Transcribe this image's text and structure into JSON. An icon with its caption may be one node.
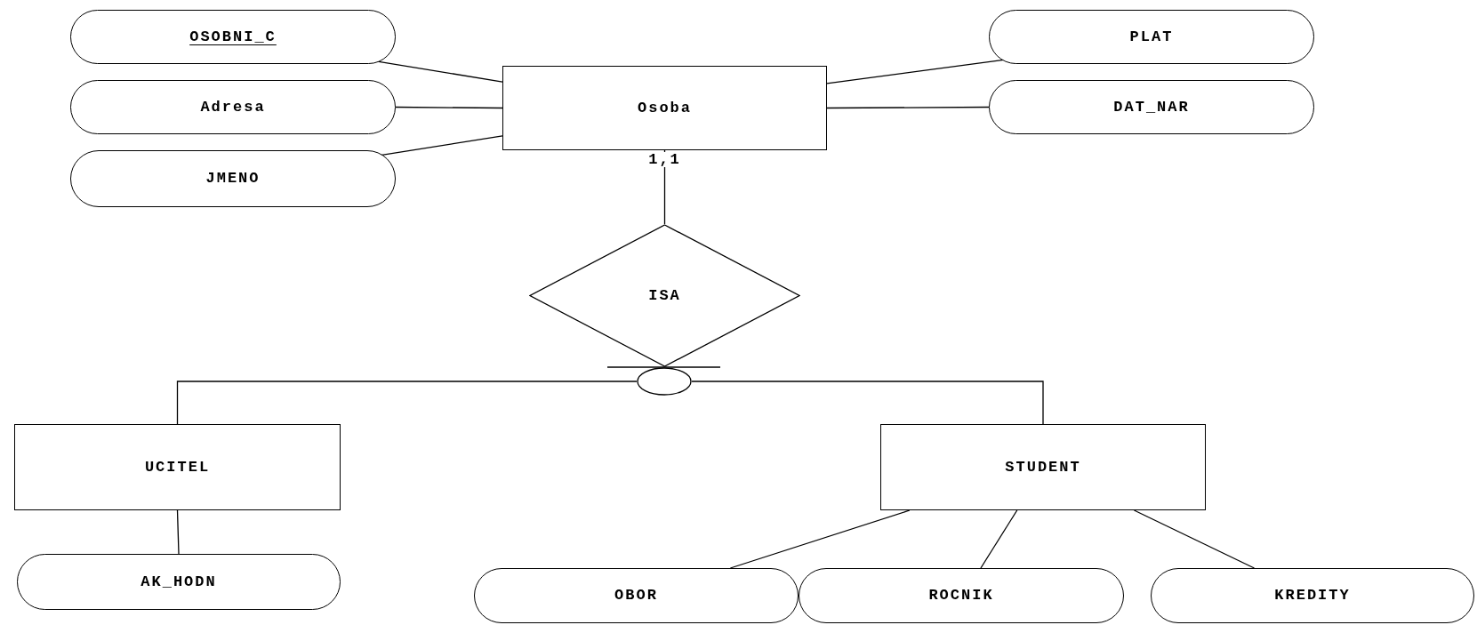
{
  "diagram": {
    "nodes": [
      {
        "text": [
          "OSOBNI_C"
        ]
      },
      {
        "text": [
          "Adresa"
        ]
      },
      {
        "text": [
          "JMENO"
        ]
      },
      {
        "text": [
          "Osoba"
        ]
      },
      {
        "text": [
          "PLAT"
        ]
      },
      {
        "text": [
          "DAT_NAR"
        ]
      },
      {
        "text": [
          "ISA"
        ]
      },
      {
        "text": [],
        "shape": "circle"
      },
      {
        "text": [
          "UCITEL"
        ]
      },
      {
        "text": [
          "STUDENT"
        ]
      },
      {
        "text": [
          "AK_HODN"
        ]
      },
      {
        "text": [
          "OBOR"
        ]
      },
      {
        "text": [
          "ROCNIK"
        ]
      },
      {
        "text": [
          "KREDITY"
        ]
      }
    ],
    "edges": [
      {
        "from": 0,
        "to": 3,
        "arrow": "none"
      },
      {
        "from": 1,
        "to": 3,
        "arrow": "none"
      },
      {
        "from": 2,
        "to": 3,
        "arrow": "none"
      },
      {
        "from": 3,
        "to": 4,
        "arrow": "none"
      },
      {
        "from": 3,
        "to": 5,
        "arrow": "none"
      },
      {
        "from": 3,
        "to": 6,
        "arrow": "none",
        "label": "1,1"
      },
      {
        "from": 7,
        "to": 8,
        "arrow": "none"
      },
      {
        "from": 7,
        "to": 9,
        "arrow": "none"
      },
      {
        "from": 8,
        "to": 10,
        "arrow": "none"
      },
      {
        "from": 9,
        "to": 11,
        "arrow": "none"
      },
      {
        "from": 9,
        "to": 12,
        "arrow": "none"
      },
      {
        "from": 9,
        "to": 13,
        "arrow": "none"
      }
    ]
  }
}
